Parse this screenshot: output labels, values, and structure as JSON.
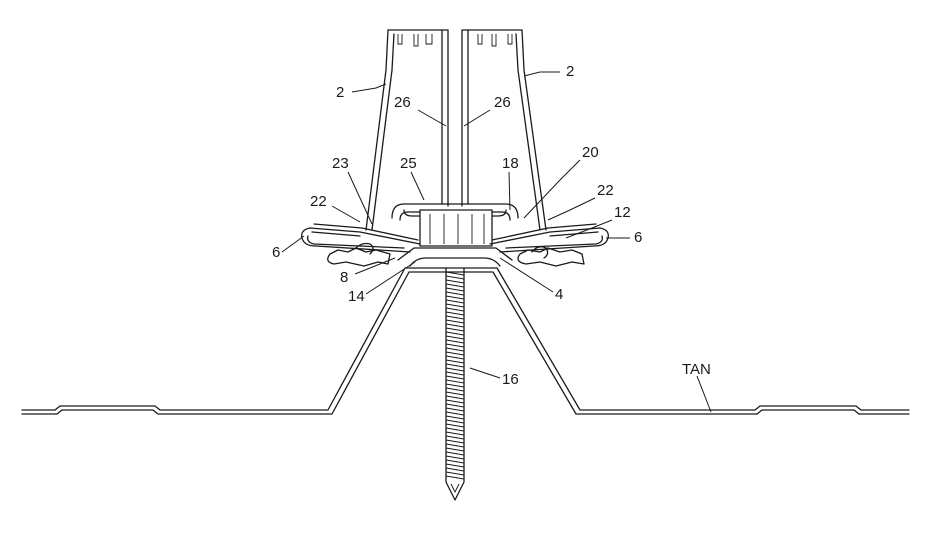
{
  "labels": {
    "l2_left": "2",
    "l2_right": "2",
    "l26_left": "26",
    "l26_right": "26",
    "l23": "23",
    "l25": "25",
    "l18": "18",
    "l20": "20",
    "l22_left": "22",
    "l22_right": "22",
    "l12": "12",
    "l6_left": "6",
    "l6_right": "6",
    "l8": "8",
    "l14": "14",
    "l4": "4",
    "l16": "16",
    "tan": "TAN"
  }
}
